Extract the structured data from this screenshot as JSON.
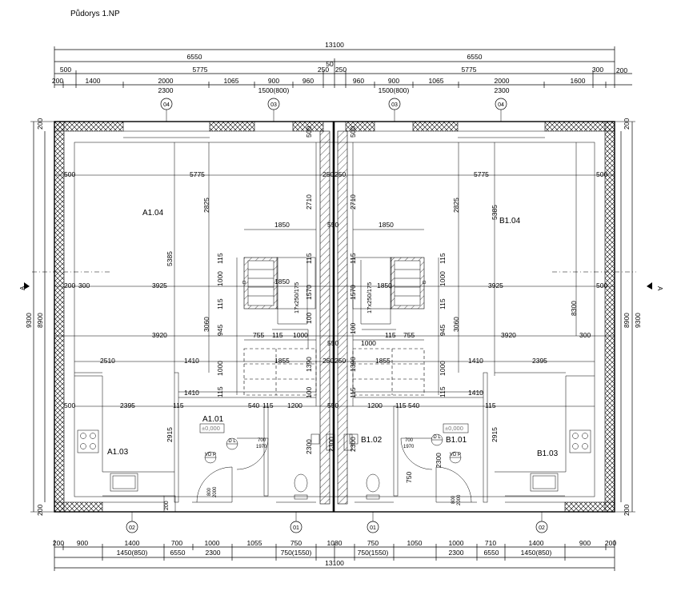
{
  "title": "Půdorys 1.NP",
  "dims_top": {
    "row1": [
      "13100"
    ],
    "row2": [
      "6550",
      "6550"
    ],
    "row3": [
      "500",
      "5775",
      "50",
      "250",
      "250",
      "5775",
      "300"
    ],
    "row4": [
      "200",
      "1400",
      "2000",
      "1065",
      "900",
      "960",
      "960",
      "900",
      "1065",
      "2000",
      "1600",
      "200"
    ],
    "row5": [
      "2300",
      "1500(800)",
      "1500(800)",
      "2300"
    ]
  },
  "dims_bottom": {
    "row1": [
      "200",
      "900",
      "1400",
      "700",
      "1000",
      "1055",
      "750",
      "1080",
      "750",
      "1050",
      "1000",
      "710",
      "1400",
      "900",
      "200"
    ],
    "row2": [
      "1450(850)",
      "6550",
      "2300",
      "750(1550)",
      "750(1550)",
      "2300",
      "6550",
      "1450(850)"
    ],
    "row3": [
      "13100"
    ]
  },
  "dims_side": {
    "left_outer": "9300",
    "left_inner": "8900",
    "right_inner": "8900",
    "right_outer": "9300",
    "edge_200": "200"
  },
  "dims_interior": {
    "d500": "500",
    "d5775": "5775",
    "d250": "250",
    "d2710": "2710",
    "d2825": "2825",
    "d5385": "5385",
    "d1850": "1850",
    "d550": "550",
    "d115": "115",
    "d1000": "1000",
    "d1570": "1570",
    "d3925": "3925",
    "d300": "300",
    "d3920": "3920",
    "d945": "945",
    "d3060": "3060",
    "d755": "755",
    "d100": "100",
    "d1390": "1390",
    "d1855": "1855",
    "d2510": "2510",
    "d1410": "1410",
    "d2395": "2395",
    "d540": "540",
    "d1200": "1200",
    "d2300": "2300",
    "d2915": "2915",
    "d750": "750",
    "d8300": "8300",
    "stair_ratio": "17x250/175",
    "door_700": "700",
    "door_1970": "1970",
    "door_800": "800",
    "door_2000": "2000"
  },
  "axes": {
    "top": [
      "04",
      "03",
      "03",
      "04"
    ],
    "bottom": [
      "02",
      "01",
      "01",
      "02"
    ]
  },
  "rooms": {
    "a104": "A1.04",
    "b104": "B1.04",
    "a101": "A1.01",
    "a101_level": "±0,000",
    "a103": "A1.03",
    "b102": "B1.02",
    "b101": "B1.01",
    "b101_level": "±0,000",
    "b103": "B1.03"
  },
  "symbols": {
    "section": "A",
    "dl": "D L",
    "vdp": "VD P"
  }
}
